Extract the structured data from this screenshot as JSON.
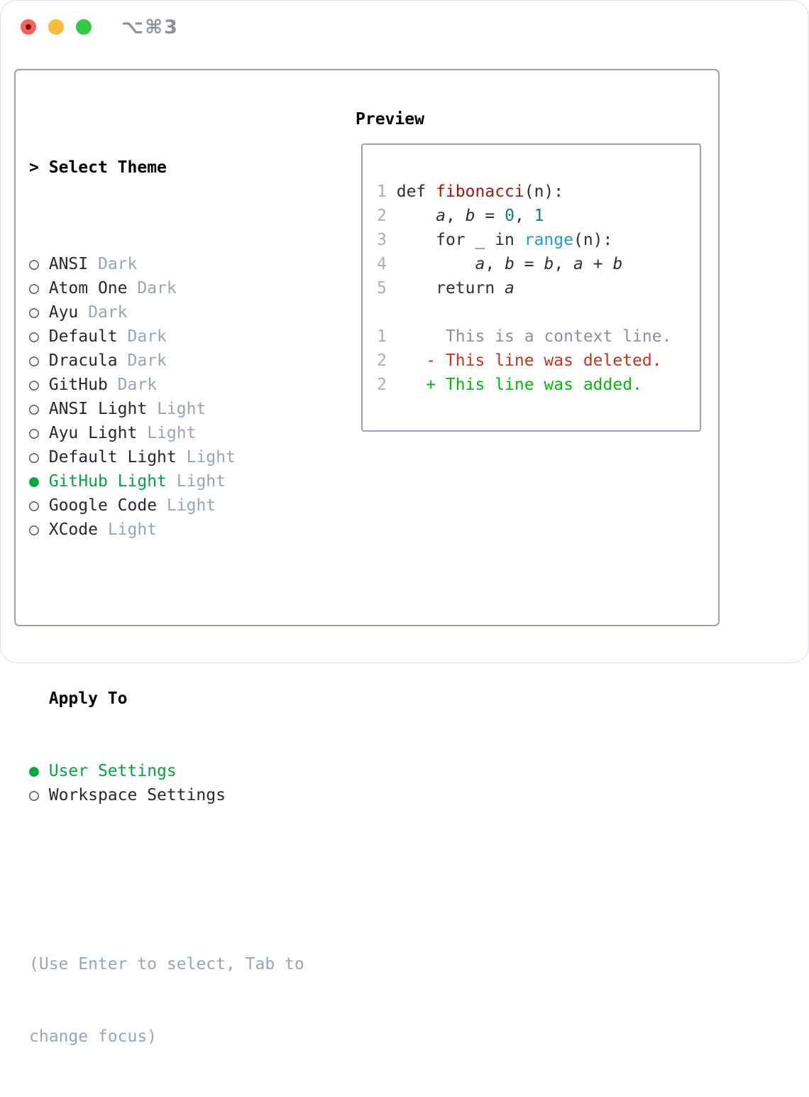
{
  "window": {
    "shortcut_label": "⌥⌘3",
    "traffic_lights": [
      "close",
      "minimize",
      "zoom"
    ]
  },
  "theme_picker": {
    "header": {
      "pointer": ">",
      "title": "Select Theme"
    },
    "items": [
      {
        "name": "ANSI",
        "variant": "Dark",
        "selected": false
      },
      {
        "name": "Atom One",
        "variant": "Dark",
        "selected": false
      },
      {
        "name": "Ayu",
        "variant": "Dark",
        "selected": false
      },
      {
        "name": "Default",
        "variant": "Dark",
        "selected": false
      },
      {
        "name": "Dracula",
        "variant": "Dark",
        "selected": false
      },
      {
        "name": "GitHub",
        "variant": "Dark",
        "selected": false
      },
      {
        "name": "ANSI Light",
        "variant": "Light",
        "selected": false
      },
      {
        "name": "Ayu Light",
        "variant": "Light",
        "selected": false
      },
      {
        "name": "Default Light",
        "variant": "Light",
        "selected": false
      },
      {
        "name": "GitHub Light",
        "variant": "Light",
        "selected": true
      },
      {
        "name": "Google Code",
        "variant": "Light",
        "selected": false
      },
      {
        "name": "XCode",
        "variant": "Light",
        "selected": false
      }
    ],
    "apply_to": {
      "title": "Apply To",
      "options": [
        {
          "name": "User Settings",
          "selected": true
        },
        {
          "name": "Workspace Settings",
          "selected": false
        }
      ]
    },
    "help_lines": [
      "(Use Enter to select, Tab to",
      "change focus)"
    ]
  },
  "preview": {
    "title": "Preview",
    "lines": [
      {
        "num": "1",
        "segments": [
          {
            "t": "def ",
            "c": "code_text"
          },
          {
            "t": "fibonacci",
            "c": "func_red"
          },
          {
            "t": "(n):",
            "c": "code_text"
          }
        ]
      },
      {
        "num": "2",
        "segments": [
          {
            "t": "    ",
            "c": "code_text"
          },
          {
            "t": "a",
            "c": "code_text",
            "i": true
          },
          {
            "t": ", ",
            "c": "code_text"
          },
          {
            "t": "b",
            "c": "code_text",
            "i": true
          },
          {
            "t": " = ",
            "c": "code_text"
          },
          {
            "t": "0",
            "c": "num_teal"
          },
          {
            "t": ", ",
            "c": "code_text"
          },
          {
            "t": "1",
            "c": "num_teal"
          }
        ]
      },
      {
        "num": "3",
        "segments": [
          {
            "t": "    for _ in ",
            "c": "code_text"
          },
          {
            "t": "range",
            "c": "builtin_blue"
          },
          {
            "t": "(n):",
            "c": "code_text"
          }
        ]
      },
      {
        "num": "4",
        "segments": [
          {
            "t": "        ",
            "c": "code_text"
          },
          {
            "t": "a",
            "c": "code_text",
            "i": true
          },
          {
            "t": ", ",
            "c": "code_text"
          },
          {
            "t": "b",
            "c": "code_text",
            "i": true
          },
          {
            "t": " = ",
            "c": "code_text"
          },
          {
            "t": "b",
            "c": "code_text",
            "i": true
          },
          {
            "t": ", ",
            "c": "code_text"
          },
          {
            "t": "a",
            "c": "code_text",
            "i": true
          },
          {
            "t": " + ",
            "c": "code_text"
          },
          {
            "t": "b",
            "c": "code_text",
            "i": true
          }
        ]
      },
      {
        "num": "5",
        "segments": [
          {
            "t": "    return ",
            "c": "code_text"
          },
          {
            "t": "a",
            "c": "code_text",
            "i": true
          }
        ]
      },
      {
        "num": "",
        "segments": []
      },
      {
        "num": "1",
        "segments": [
          {
            "t": "     This is a context line.",
            "c": "context_gray"
          }
        ]
      },
      {
        "num": "2",
        "segments": [
          {
            "t": "   - This line was deleted.",
            "c": "deleted_red"
          }
        ]
      },
      {
        "num": "2",
        "segments": [
          {
            "t": "   + This line was added.",
            "c": "added_green"
          }
        ]
      }
    ]
  },
  "colors": {
    "traffic_red": "#f4635a",
    "traffic_red_dot": "#7c130c",
    "traffic_yellow": "#f6bd3a",
    "traffic_green": "#34c748",
    "titlebar_label": "#8e9298",
    "panel_border": "#9aa3ad",
    "text_dark": "#24292f",
    "muted": "#9aa5b2",
    "bullet": "#454c54",
    "selected_green": "#00a640",
    "heading": "#000000",
    "line_num": "#a7afbc",
    "code_text": "#2b3138",
    "func_red": "#a8170e",
    "num_teal": "#0e7f87",
    "builtin_blue": "#1a9cd6",
    "context_gray": "#8b9199",
    "deleted_red": "#c7331d",
    "added_green": "#00bb07"
  }
}
